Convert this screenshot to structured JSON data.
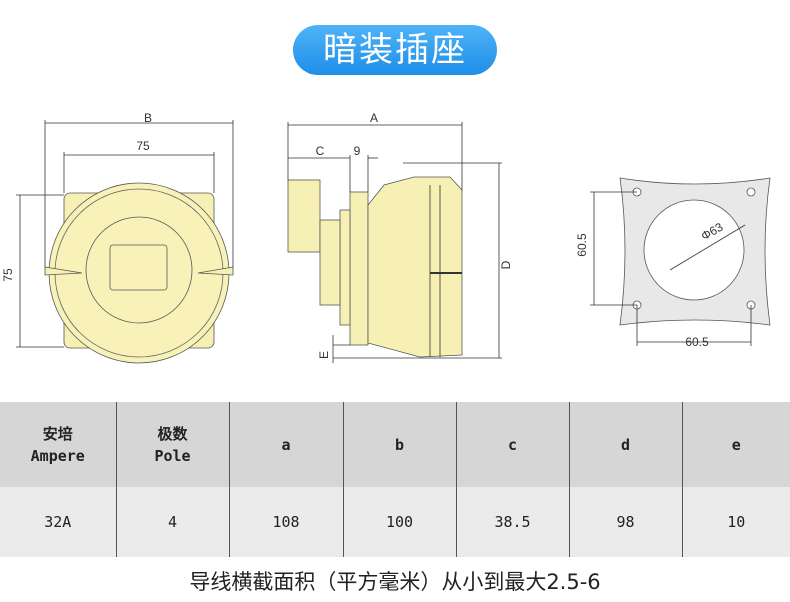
{
  "title": "暗装插座",
  "drawings": {
    "front": {
      "dim_top": "B",
      "dim_inner": "75",
      "dim_side": "75"
    },
    "side": {
      "dim_a": "A",
      "dim_c": "C",
      "dim_9": "9",
      "dim_d": "D",
      "dim_e": "E"
    },
    "mount": {
      "dim_v": "60.5",
      "dim_h": "60.5",
      "diameter": "Φ63"
    }
  },
  "table": {
    "headers": [
      {
        "zh": "安培",
        "en": "Ampere"
      },
      {
        "zh": "极数",
        "en": "Pole"
      },
      {
        "zh": "",
        "en": "a"
      },
      {
        "zh": "",
        "en": "b"
      },
      {
        "zh": "",
        "en": "c"
      },
      {
        "zh": "",
        "en": "d"
      },
      {
        "zh": "",
        "en": "e"
      }
    ],
    "row": [
      "32A",
      "4",
      "108",
      "100",
      "38.5",
      "98",
      "10"
    ]
  },
  "footer": "导线横截面积（平方毫米）从小到最大2.5-6"
}
